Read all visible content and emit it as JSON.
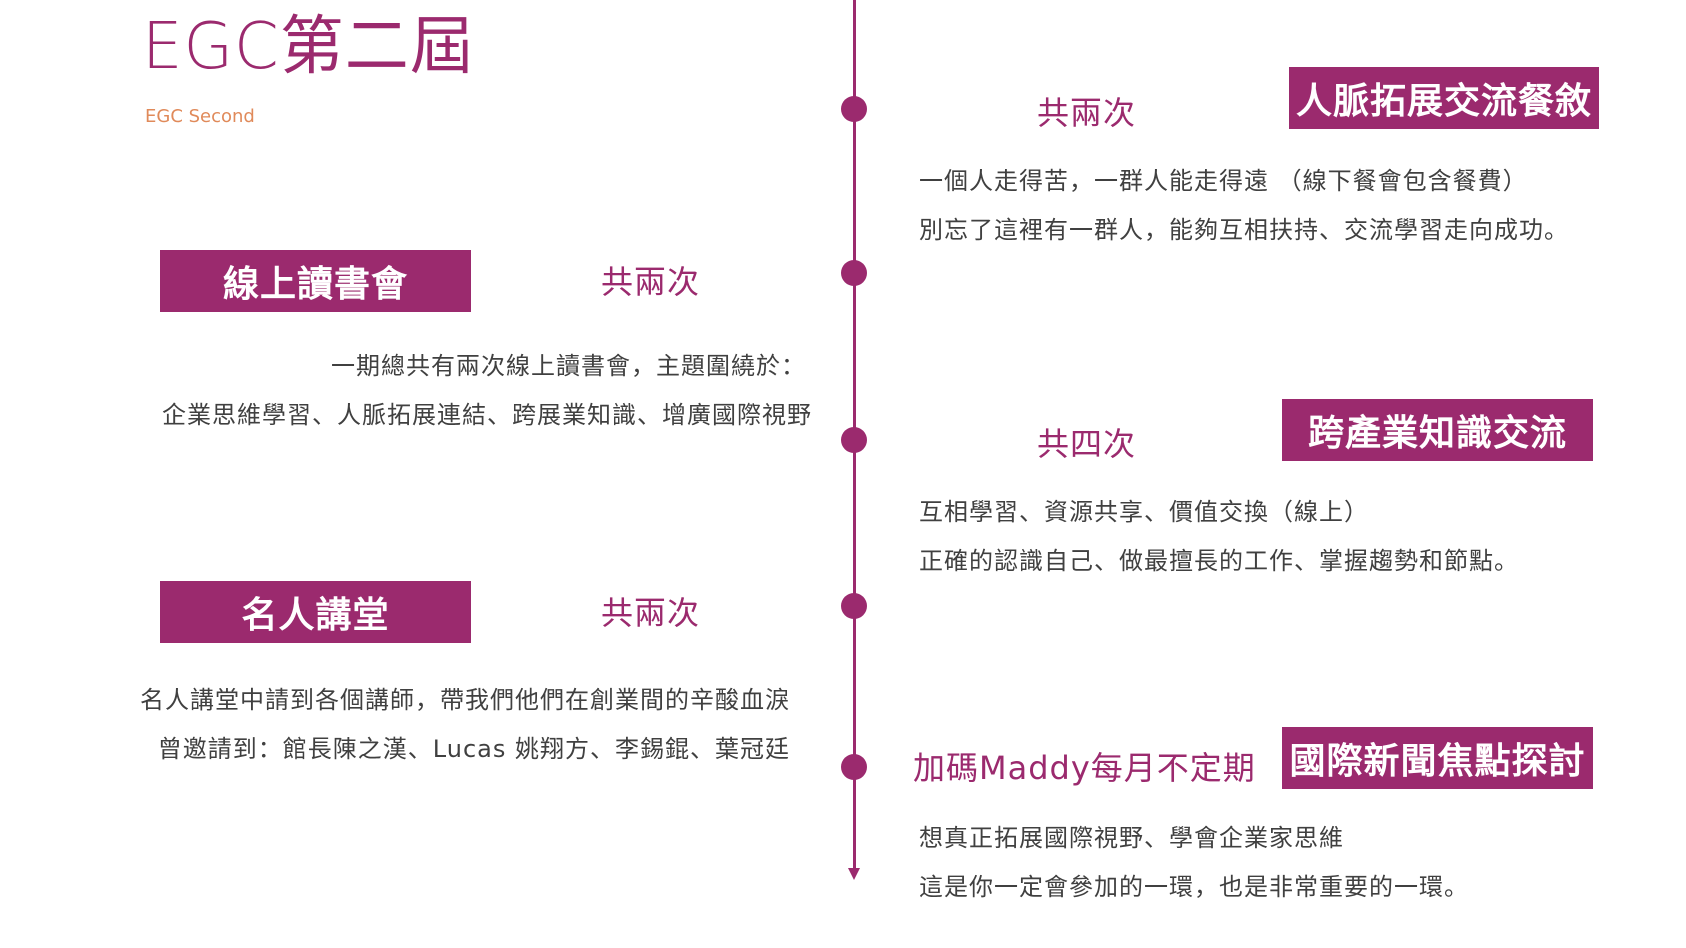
{
  "header": {
    "title": "EGC第二屆",
    "subtitle": "EGC Second"
  },
  "items": [
    {
      "label": "人脈拓展交流餐敘",
      "count": "共兩次",
      "lines": [
        "一個人走得苦，一群人能走得遠 （線下餐會包含餐費）",
        "別忘了這裡有一群人，能夠互相扶持、交流學習走向成功。"
      ]
    },
    {
      "label": "線上讀書會",
      "count": "共兩次",
      "lines": [
        "一期總共有兩次線上讀書會，主題圍繞於：",
        "企業思維學習、人脈拓展連結、跨展業知識、增廣國際視野"
      ]
    },
    {
      "label": "跨產業知識交流",
      "count": "共四次",
      "lines": [
        "互相學習、資源共享、價值交換（線上）",
        "正確的認識自己、做最擅長的工作、掌握趨勢和節點。"
      ]
    },
    {
      "label": "名人講堂",
      "count": "共兩次",
      "lines": [
        "名人講堂中請到各個講師，帶我們他們在創業間的辛酸血淚",
        "曾邀請到：館長陳之漢、Lucas 姚翔方、李錫錕、葉冠廷"
      ]
    },
    {
      "label": "國際新聞焦點探討",
      "count": "加碼Maddy每月不定期",
      "lines": [
        "想真正拓展國際視野、學會企業家思維",
        "這是你一定會參加的一環，也是非常重要的一環。"
      ]
    }
  ],
  "colors": {
    "accent": "#9b2a6e",
    "subtitle": "#e08a5a",
    "text": "#404040"
  }
}
